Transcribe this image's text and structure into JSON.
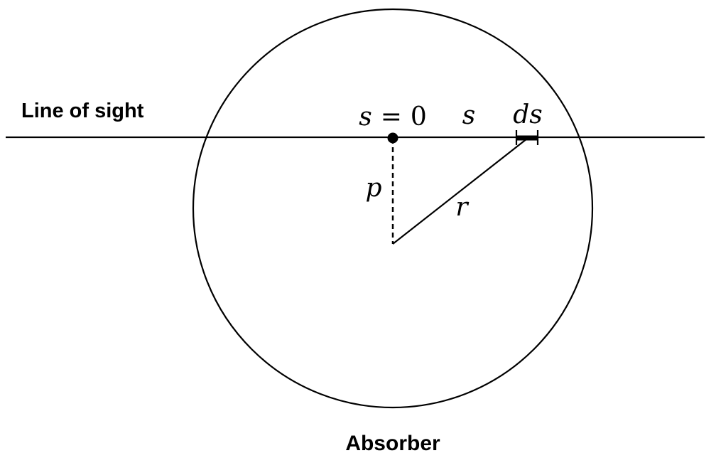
{
  "labels": {
    "line_of_sight": "Line of sight",
    "absorber": "Absorber",
    "s_var": "s",
    "s_eq": "=",
    "s_zero": "0",
    "s_label": "s",
    "ds_label": "ds",
    "p_label": "p",
    "r_label": "r"
  },
  "colors": {
    "stroke": "#000000",
    "background": "#ffffff"
  }
}
